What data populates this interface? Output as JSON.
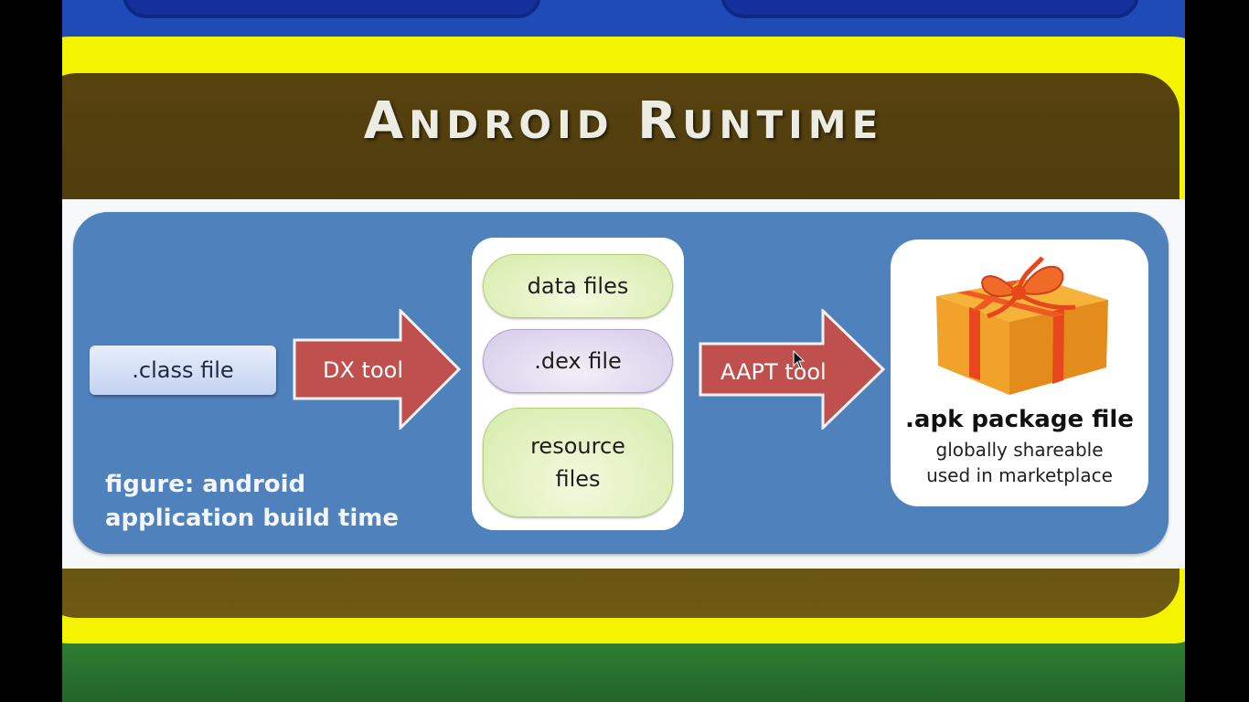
{
  "slide": {
    "title_initial_1": "A",
    "title_rest_1": "NDROID",
    "title_initial_2": "R",
    "title_rest_2": "UNTIME"
  },
  "diagram": {
    "source_file": ".class file",
    "step1_tool": "DX tool",
    "intermediate_files": [
      ".data files",
      ".dex file",
      "resource files"
    ],
    "data_files_label": "data files",
    "dex_file_label": ".dex file",
    "resource_files_line1": "resource",
    "resource_files_line2": "files",
    "step2_tool": "AAPT tool",
    "output": {
      "title": ".apk package file",
      "line1": "globally shareable",
      "line2": "used in marketplace",
      "icon": "gift-box-icon"
    },
    "caption_line1": "figure: android",
    "caption_line2": "application build time"
  },
  "colors": {
    "frame": "#f4f400",
    "panel": "#4f81bd",
    "arrow": "#c0504d"
  }
}
